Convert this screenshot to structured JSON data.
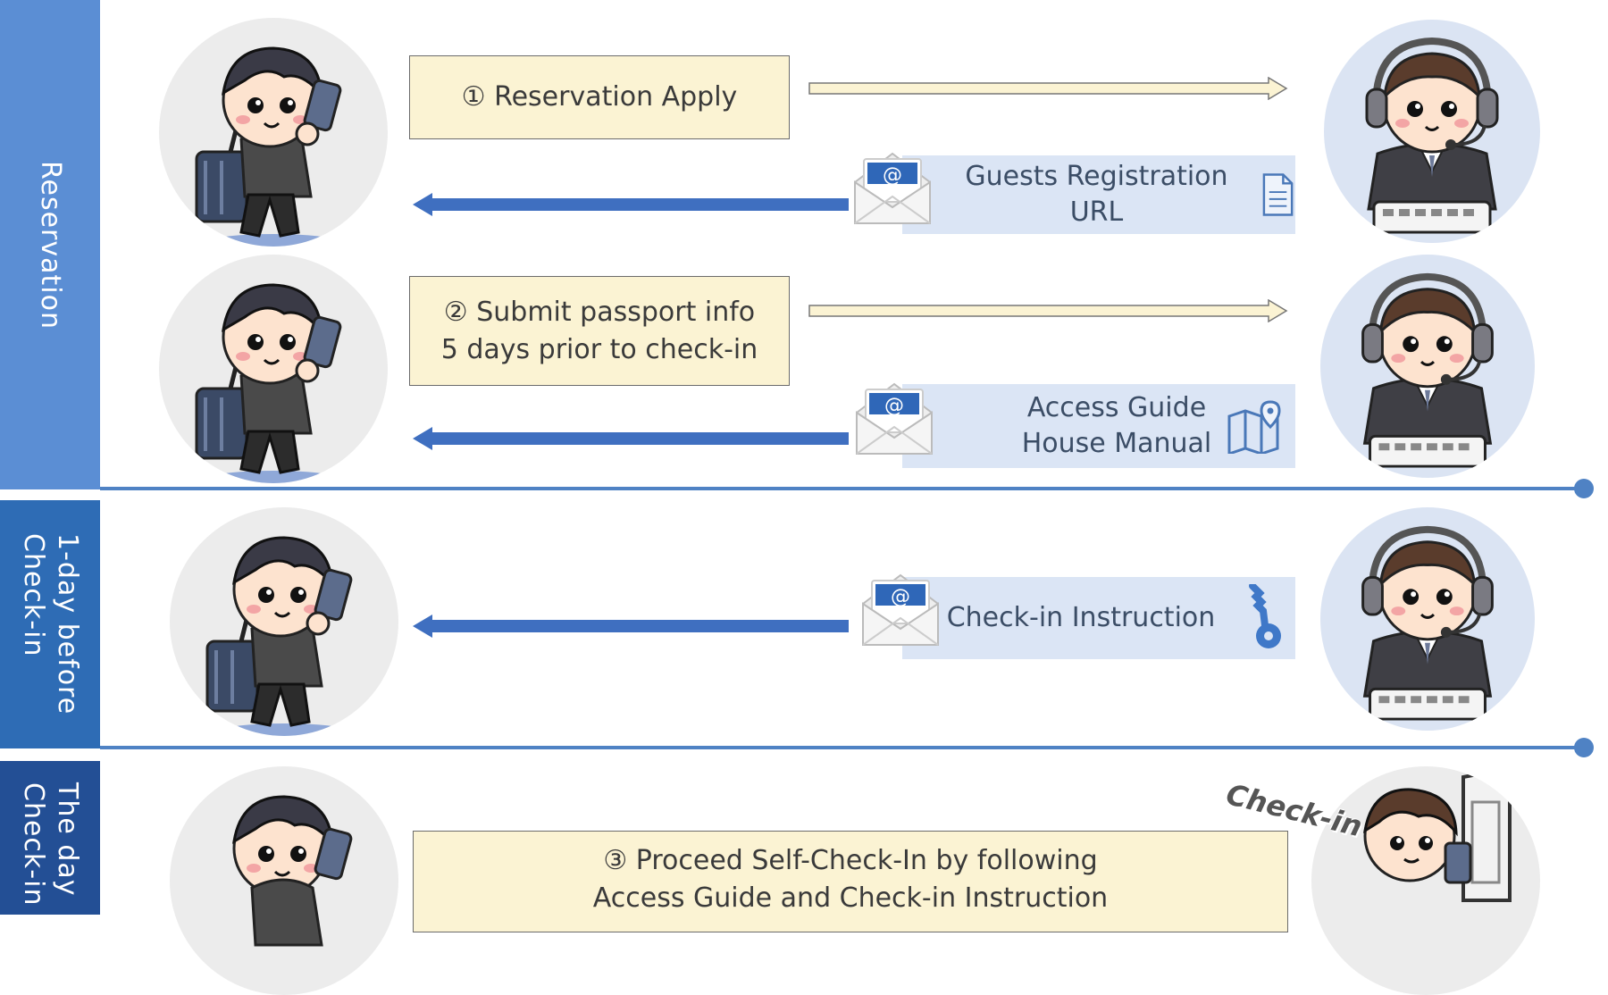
{
  "phases": [
    {
      "label": "Reservation"
    },
    {
      "label": "1-day before\nCheck-in"
    },
    {
      "label": "The day\nCheck-in"
    }
  ],
  "steps": {
    "step1": "① Reservation Apply",
    "step2": "② Submit passport info\n5 days prior to check-in",
    "step3": "③ Proceed Self-Check-In by following\nAccess Guide and Check-in Instruction"
  },
  "messages": {
    "guests_registration": "Guests Registration URL",
    "access_guide": "Access Guide\nHouse Manual",
    "checkin_instruction": "Check-in Instruction"
  },
  "checkin_label": "Check-in",
  "colors": {
    "phase_reservation": "#5b8ed4",
    "phase_one_day": "#2e6cb5",
    "phase_day": "#234f95",
    "step_box": "#fbf3d3",
    "message_panel": "#dbe5f5",
    "reply_arrow": "#3f6fc0"
  },
  "icons": [
    "document-icon",
    "map-icon",
    "key-icon",
    "envelope-icon",
    "door-icon"
  ]
}
